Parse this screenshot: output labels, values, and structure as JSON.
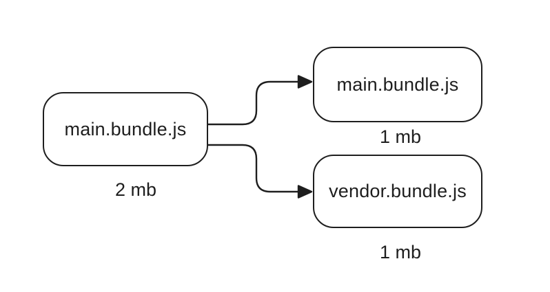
{
  "diagram": {
    "background_color": "#ffffff",
    "stroke_color": "#1e1e1e",
    "nodes": [
      {
        "id": "source",
        "label": "main.bundle.js",
        "size_label": "2 mb"
      },
      {
        "id": "output-main",
        "label": "main.bundle.js",
        "size_label": "1 mb"
      },
      {
        "id": "output-vendor",
        "label": "vendor.bundle.js",
        "size_label": "1 mb"
      }
    ],
    "edges": [
      {
        "from": "source",
        "to": "output-main"
      },
      {
        "from": "source",
        "to": "output-vendor"
      }
    ]
  }
}
